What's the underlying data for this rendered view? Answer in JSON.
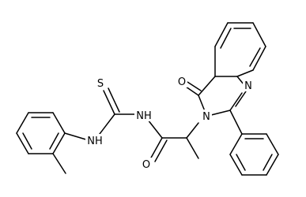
{
  "structure": {
    "atoms": [
      {
        "id": "S",
        "label": "S"
      },
      {
        "id": "NH_a",
        "label": "NH"
      },
      {
        "id": "NH_b",
        "label": "NH"
      },
      {
        "id": "O_c",
        "label": "O"
      },
      {
        "id": "N_ring",
        "label": "N"
      },
      {
        "id": "N_3",
        "label": "N"
      },
      {
        "id": "O_4",
        "label": "O"
      }
    ]
  }
}
